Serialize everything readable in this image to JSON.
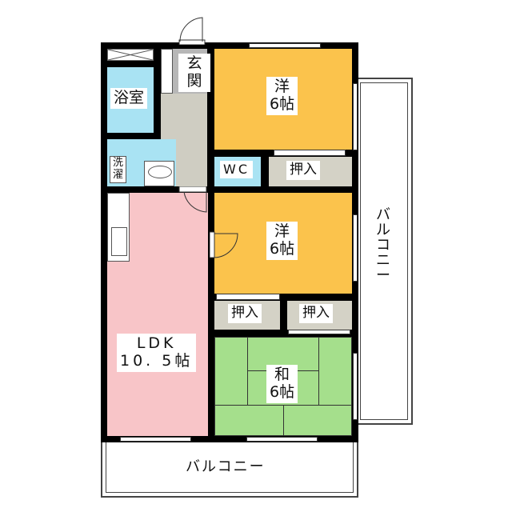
{
  "rooms": {
    "bath": "浴室",
    "entrance": "玄関",
    "western1": "洋\n6帖",
    "wc": "WC",
    "closet1": "押入",
    "laundry": "洗\n濯",
    "western2": "洋\n6帖",
    "closet2": "押入",
    "closet3": "押入",
    "ldk": "LDK\n10. 5帖",
    "japanese": "和\n6帖",
    "balcony_right": "バ\nル\nコ\nニ\nー",
    "balcony_bottom": "バルコニー"
  },
  "colors": {
    "western": "#fbc34c",
    "wet": "#a9e3f3",
    "hall": "#cfcdc2",
    "entrance": "#b7b7b7",
    "ldk": "#f8c5c8",
    "japanese": "#a5df8c",
    "closet": "#d4d2c6"
  }
}
